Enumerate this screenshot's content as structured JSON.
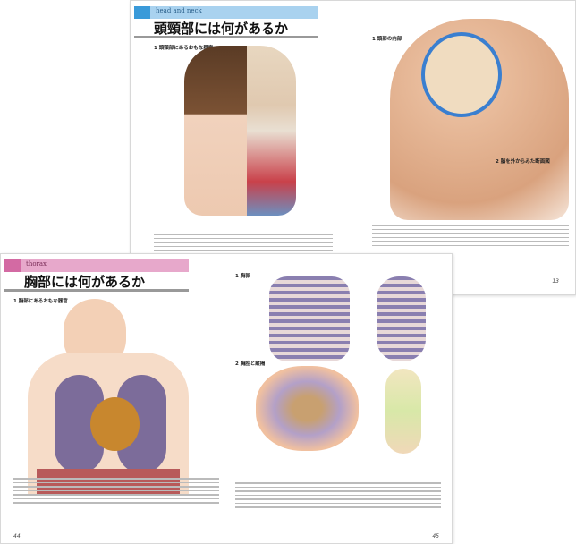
{
  "back_spread": {
    "section_en": "head and neck",
    "title": "頭頸部には何があるか",
    "subsection_1": "1 頭頸部にあるおもな器官",
    "subsection_2": "1 頭部の内部",
    "subsection_3": "2 脳を外からみた断面図",
    "page_number": "13",
    "accent": "#3a9ad9"
  },
  "front_spread": {
    "section_en": "thorax",
    "title": "胸部には何があるか",
    "subsection_1": "1 胸部にあるおもな器官",
    "subsection_2": "1 胸郭",
    "subsection_3": "2 胸腔と縦隔",
    "page_left": "44",
    "page_right": "45",
    "accent": "#d36aa3"
  }
}
